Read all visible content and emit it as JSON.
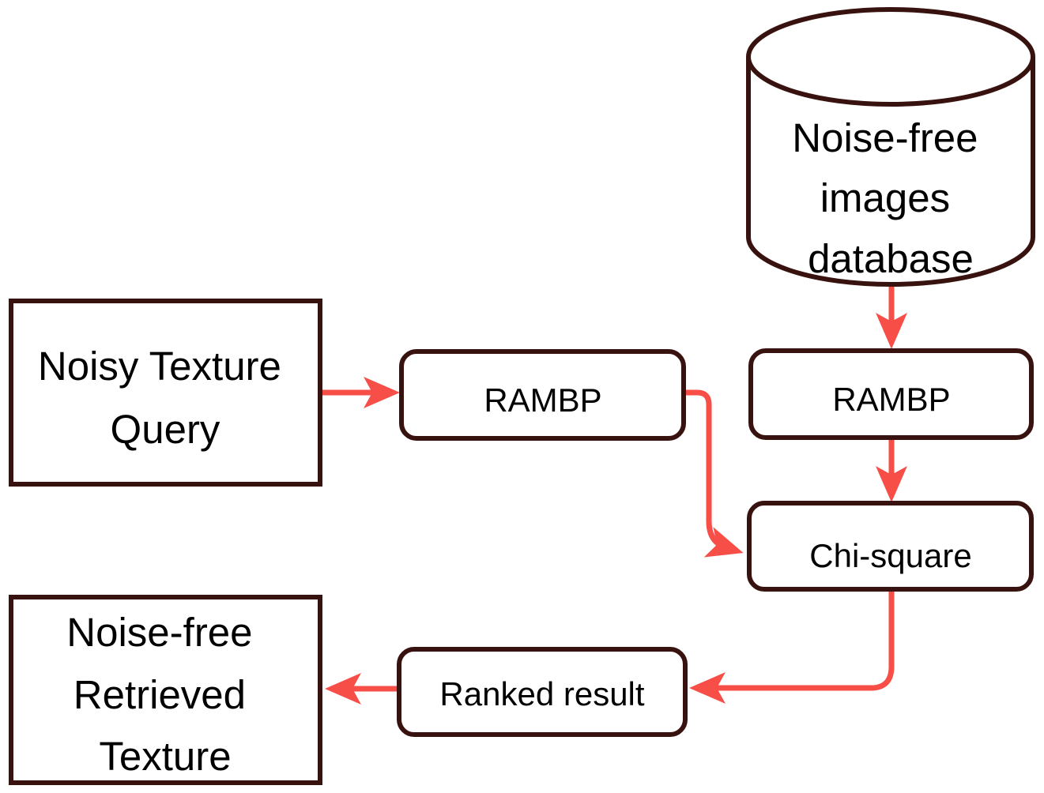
{
  "colors": {
    "node_border": "#38120f",
    "node_fill": "#ffffff",
    "arrow": "#f84e48",
    "text": "#000000",
    "background": "#ffffff"
  },
  "nodes": {
    "database": {
      "shape": "cylinder",
      "lines": [
        "Noise-free",
        "images",
        "database"
      ]
    },
    "noisy_query": {
      "shape": "rectangle",
      "lines": [
        "Noisy Texture",
        "Query"
      ]
    },
    "rambp_query": {
      "shape": "rounded-rectangle",
      "label": "RAMBP"
    },
    "rambp_database": {
      "shape": "rounded-rectangle",
      "label": "RAMBP"
    },
    "chi_square": {
      "shape": "rounded-rectangle",
      "label": "Chi-square"
    },
    "ranked_result": {
      "shape": "rounded-rectangle",
      "label": "Ranked result"
    },
    "retrieved": {
      "shape": "rectangle",
      "lines": [
        "Noise-free",
        "Retrieved",
        "Texture"
      ]
    }
  },
  "edges": [
    {
      "from": "noisy_query",
      "to": "rambp_query"
    },
    {
      "from": "database",
      "to": "rambp_database"
    },
    {
      "from": "rambp_database",
      "to": "chi_square"
    },
    {
      "from": "rambp_query",
      "to": "chi_square"
    },
    {
      "from": "chi_square",
      "to": "ranked_result"
    },
    {
      "from": "ranked_result",
      "to": "retrieved"
    }
  ]
}
